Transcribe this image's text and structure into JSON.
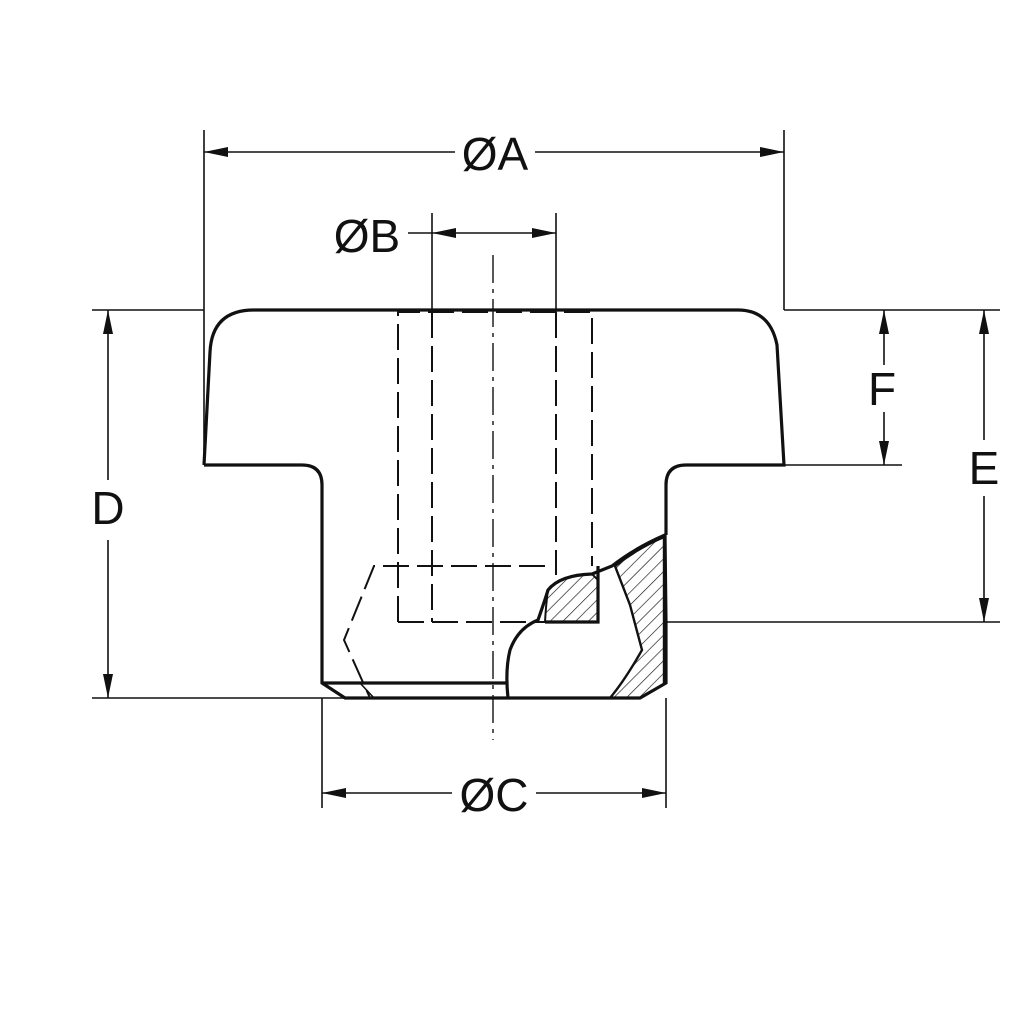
{
  "labels": {
    "dia_a": "ØA",
    "dia_b": "ØB",
    "dia_c": "ØC",
    "dim_d": "D",
    "dim_e": "E",
    "dim_f": "F"
  },
  "colors": {
    "line": "#111111",
    "background": "#ffffff"
  }
}
